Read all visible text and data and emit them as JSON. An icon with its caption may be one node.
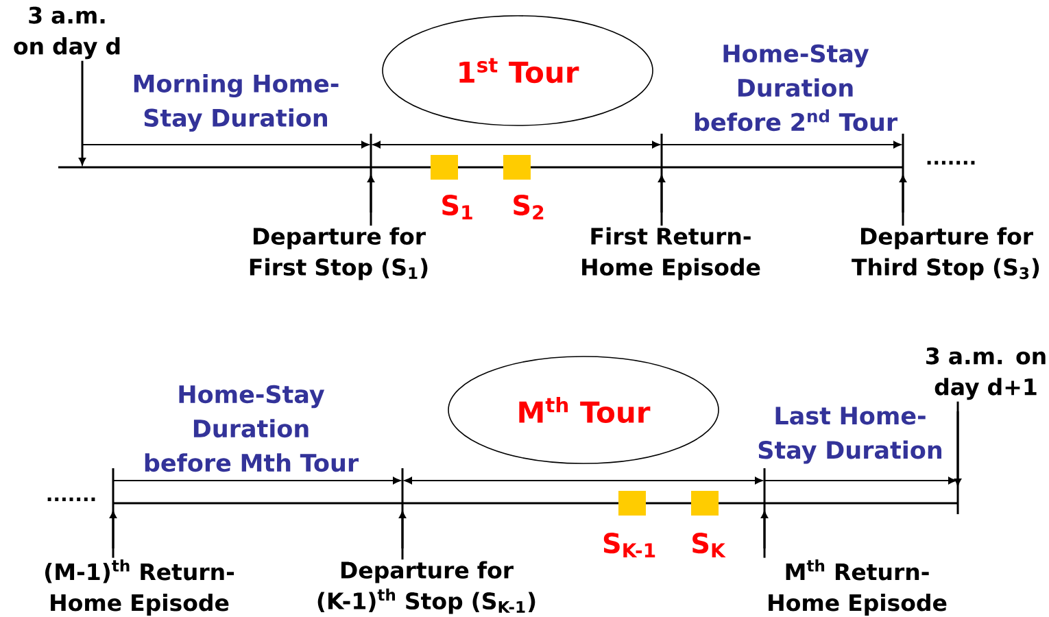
{
  "diagram": {
    "nodes": [
      {
        "text": [
          "3 a.m. on day d"
        ]
      },
      {
        "text": [
          "1$^{st}$ Tour"
        ]
      },
      {
        "text": [],
        "shape": "box",
        "beside": [
          "S$_{1}$"
        ]
      },
      {
        "text": [],
        "shape": "box",
        "beside": [
          "S$_{2}$"
        ]
      },
      {
        "text": [
          "Departure for First Stop (S$_{1}$)"
        ]
      },
      {
        "text": [
          "First Return-Home Episode"
        ]
      },
      {
        "text": [
          "Departure for Third Stop (S$_{3}$)"
        ]
      },
      {
        "text": [
          "3 a.m. on day d+1"
        ]
      },
      {
        "text": [
          "M$^{th}$ Tour"
        ]
      },
      {
        "text": [],
        "shape": "box",
        "beside": [
          "S$_{K-1}$"
        ]
      },
      {
        "text": [],
        "shape": "box",
        "beside": [
          "S$_{K}$"
        ]
      },
      {
        "text": [
          "(M-1)$^{th}$ Return-Home Episode"
        ]
      },
      {
        "text": [
          "Departure for (K-1)$^{th}$ Stop (S$_{K-1}$)"
        ]
      },
      {
        "text": [
          "M$^{th}$ Return-Home Episode"
        ]
      }
    ],
    "edges": [
      {
        "from": 0,
        "to": null,
        "arrow": "to"
      },
      {
        "from": 4,
        "to": null,
        "arrow": "to"
      },
      {
        "from": 5,
        "to": null,
        "arrow": "to"
      },
      {
        "from": 6,
        "to": null,
        "arrow": "to"
      },
      {
        "from": 7,
        "to": null,
        "arrow": "to"
      },
      {
        "from": 11,
        "to": null,
        "arrow": "to"
      },
      {
        "from": 12,
        "to": null,
        "arrow": "to"
      },
      {
        "from": 13,
        "to": null,
        "arrow": "to"
      }
    ],
    "labels": [
      "Morning Home-Stay Duration",
      "Home-Stay Duration before 2$^{nd}$ Tour",
      ".......",
      "Home-Stay Duration before Mth Tour",
      "Last Home-Stay Duration",
      "......."
    ]
  }
}
